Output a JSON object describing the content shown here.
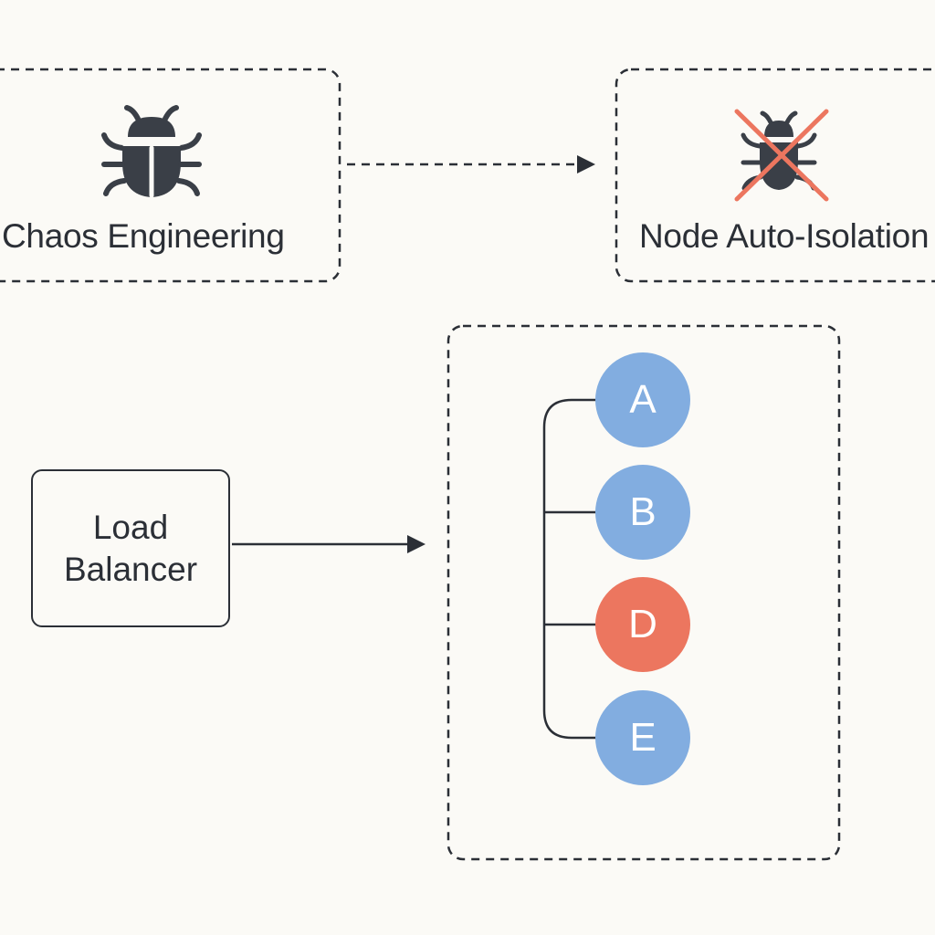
{
  "diagram": {
    "chaos_engineering": {
      "label": "Chaos Engineering",
      "icon": "bug-icon"
    },
    "node_auto_isolation": {
      "label": "Node Auto-Isolation",
      "icon": "crossed-out-bug-icon"
    },
    "load_balancer": {
      "line1": "Load",
      "line2": "Balancer"
    },
    "nodes": [
      {
        "label": "A",
        "status": "healthy"
      },
      {
        "label": "B",
        "status": "healthy"
      },
      {
        "label": "D",
        "status": "failing"
      },
      {
        "label": "E",
        "status": "healthy"
      }
    ],
    "edges": [
      {
        "from": "chaos_engineering",
        "to": "node_auto_isolation",
        "style": "dashed"
      },
      {
        "from": "load_balancer",
        "to": "node_cluster",
        "style": "solid"
      }
    ]
  },
  "colors": {
    "background": "#fbfaf6",
    "stroke": "#2b2f36",
    "healthy_node": "#82ade0",
    "failing_node": "#ec765f",
    "isolation_cross": "#ec765f"
  }
}
